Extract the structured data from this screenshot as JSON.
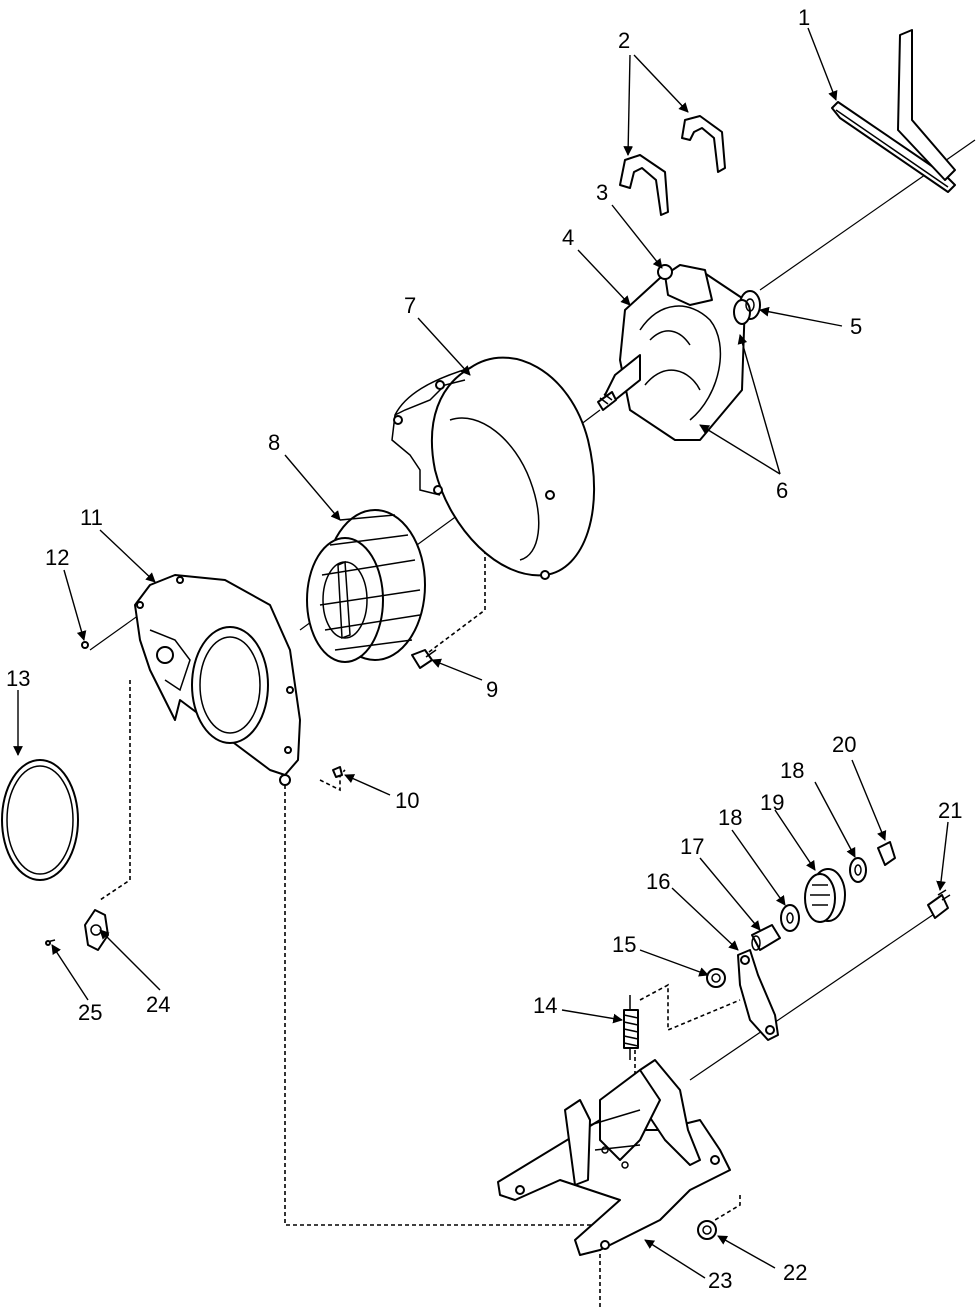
{
  "labels": {
    "p1": "1",
    "p2": "2",
    "p3": "3",
    "p4": "4",
    "p5": "5",
    "p6": "6",
    "p7": "7",
    "p8": "8",
    "p9": "9",
    "p10": "10",
    "p11": "11",
    "p12": "12",
    "p13": "13",
    "p14": "14",
    "p15": "15",
    "p16": "16",
    "p17": "17",
    "p18a": "18",
    "p18b": "18",
    "p19": "19",
    "p20": "20",
    "p21": "21",
    "p22": "22",
    "p23": "23",
    "p24": "24",
    "p25": "25"
  }
}
